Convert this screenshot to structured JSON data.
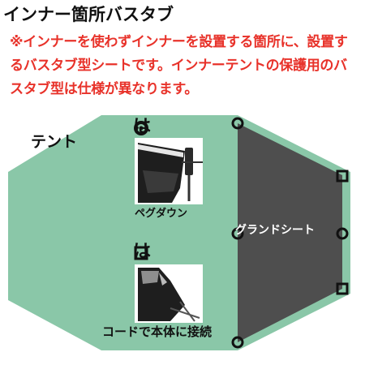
{
  "title": "インナー箇所バスタブ",
  "notice": "※インナーを使わずインナーを設置する箇所に、設置するバスタブ型シートです。インナーテントの保護用のバスタブ型は仕様が異なります。",
  "diagram": {
    "tent_label": "テント",
    "circle_marker_label": "は",
    "square_marker_label": "は",
    "peg_down_label": "ペグダウン",
    "cord_attach_label": "コードで本体に接続",
    "ground_sheet_label": "グランドシート"
  },
  "colors": {
    "tent_fill": "#8ac7a8",
    "ground_sheet_fill": "#4e4e4e",
    "notice_text": "#e8322a",
    "marker_stroke": "#111111"
  },
  "icons": [
    "circle-marker-icon",
    "square-marker-icon"
  ]
}
